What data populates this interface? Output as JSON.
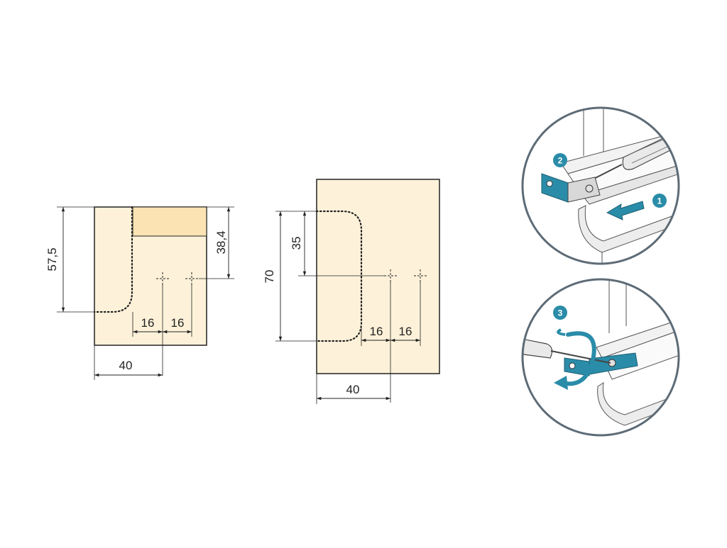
{
  "drawing_left": {
    "height_dim": "57,5",
    "height_dim_right": "38,4",
    "spacing_1": "16",
    "spacing_2": "16",
    "width_dim": "40"
  },
  "drawing_middle": {
    "height_dim": "70",
    "height_dim_inner": "35",
    "spacing_1": "16",
    "spacing_2": "16",
    "width_dim": "40"
  },
  "steps": {
    "step1": "1",
    "step2": "2",
    "step3": "3"
  },
  "colors": {
    "panel_fill": "#fdf2d9",
    "panel_highlight": "#fbe3b4",
    "accent_teal": "#2a8ca8",
    "circle_border": "#5d6b76",
    "line": "#222222"
  }
}
